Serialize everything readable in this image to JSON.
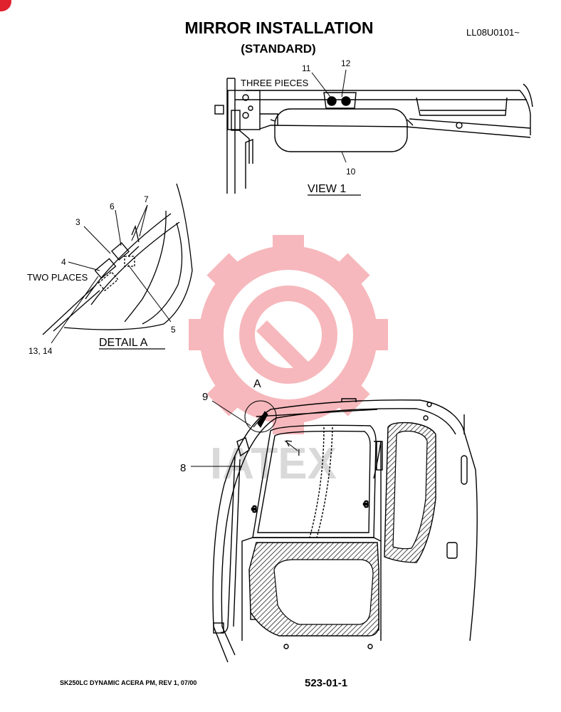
{
  "header": {
    "title": "MIRROR INSTALLATION",
    "subtitle": "(STANDARD)",
    "serial": "LL08U0101~"
  },
  "view1": {
    "heading": "VIEW   1",
    "note": "THREE PIECES",
    "callouts": [
      "11",
      "12",
      "10"
    ]
  },
  "detail_a": {
    "heading": "DETAIL   A",
    "note": "TWO PLACES",
    "callouts": [
      "3",
      "4",
      "6",
      "7",
      "5",
      "13, 14"
    ]
  },
  "cab_view": {
    "marker_letter": "A",
    "view_marker": "I",
    "callouts": [
      "9",
      "8"
    ]
  },
  "watermark": {
    "text": "IATEX",
    "color": "#f07f86"
  },
  "footer": {
    "doc_info": "SK250LC DYNAMIC ACERA PM, REV 1, 07/00",
    "page_number": "523-01-1"
  },
  "colors": {
    "ink": "#000000",
    "watermark": "#f07f86",
    "corner_mark": "#e0212e"
  }
}
